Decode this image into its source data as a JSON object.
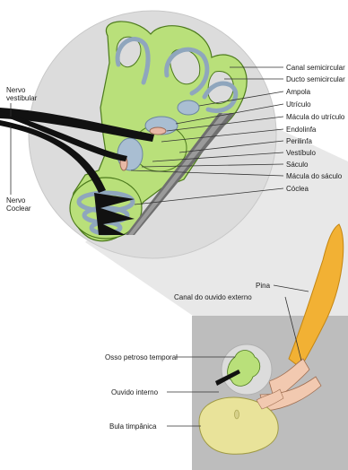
{
  "labels_right": [
    "Canal semicircular",
    "Ducto semicircular",
    "Ampola",
    "Utrículo",
    "Mácula do utrículo",
    "Endolinfa",
    "Perilinfa",
    "Vestíbulo",
    "Sáculo",
    "Mácula do sáculo",
    "Cóclea"
  ],
  "labels_left": {
    "vestibular_line1": "Nervo",
    "vestibular_line2": "vestibular",
    "coclear_line1": "Nervo",
    "coclear_line2": "Coclear"
  },
  "labels_lower": {
    "pina": "Pina",
    "canal_externo": "Canal do ouvido externo",
    "osso_petroso": "Osso petroso temporal",
    "ouvido_interno": "Ouvido interno",
    "bula": "Bula timpânica"
  },
  "colors": {
    "inner_ear_green": "#b9e07a",
    "duct_blue": "#9fb3c8",
    "circle_grey": "#dcdcdc",
    "box_grey": "#bdbdbd",
    "pinna_orange": "#f2b134",
    "bulla_yellow": "#e9e39a",
    "canal_pink": "#f2c9b0",
    "nerve_black": "#111111"
  }
}
